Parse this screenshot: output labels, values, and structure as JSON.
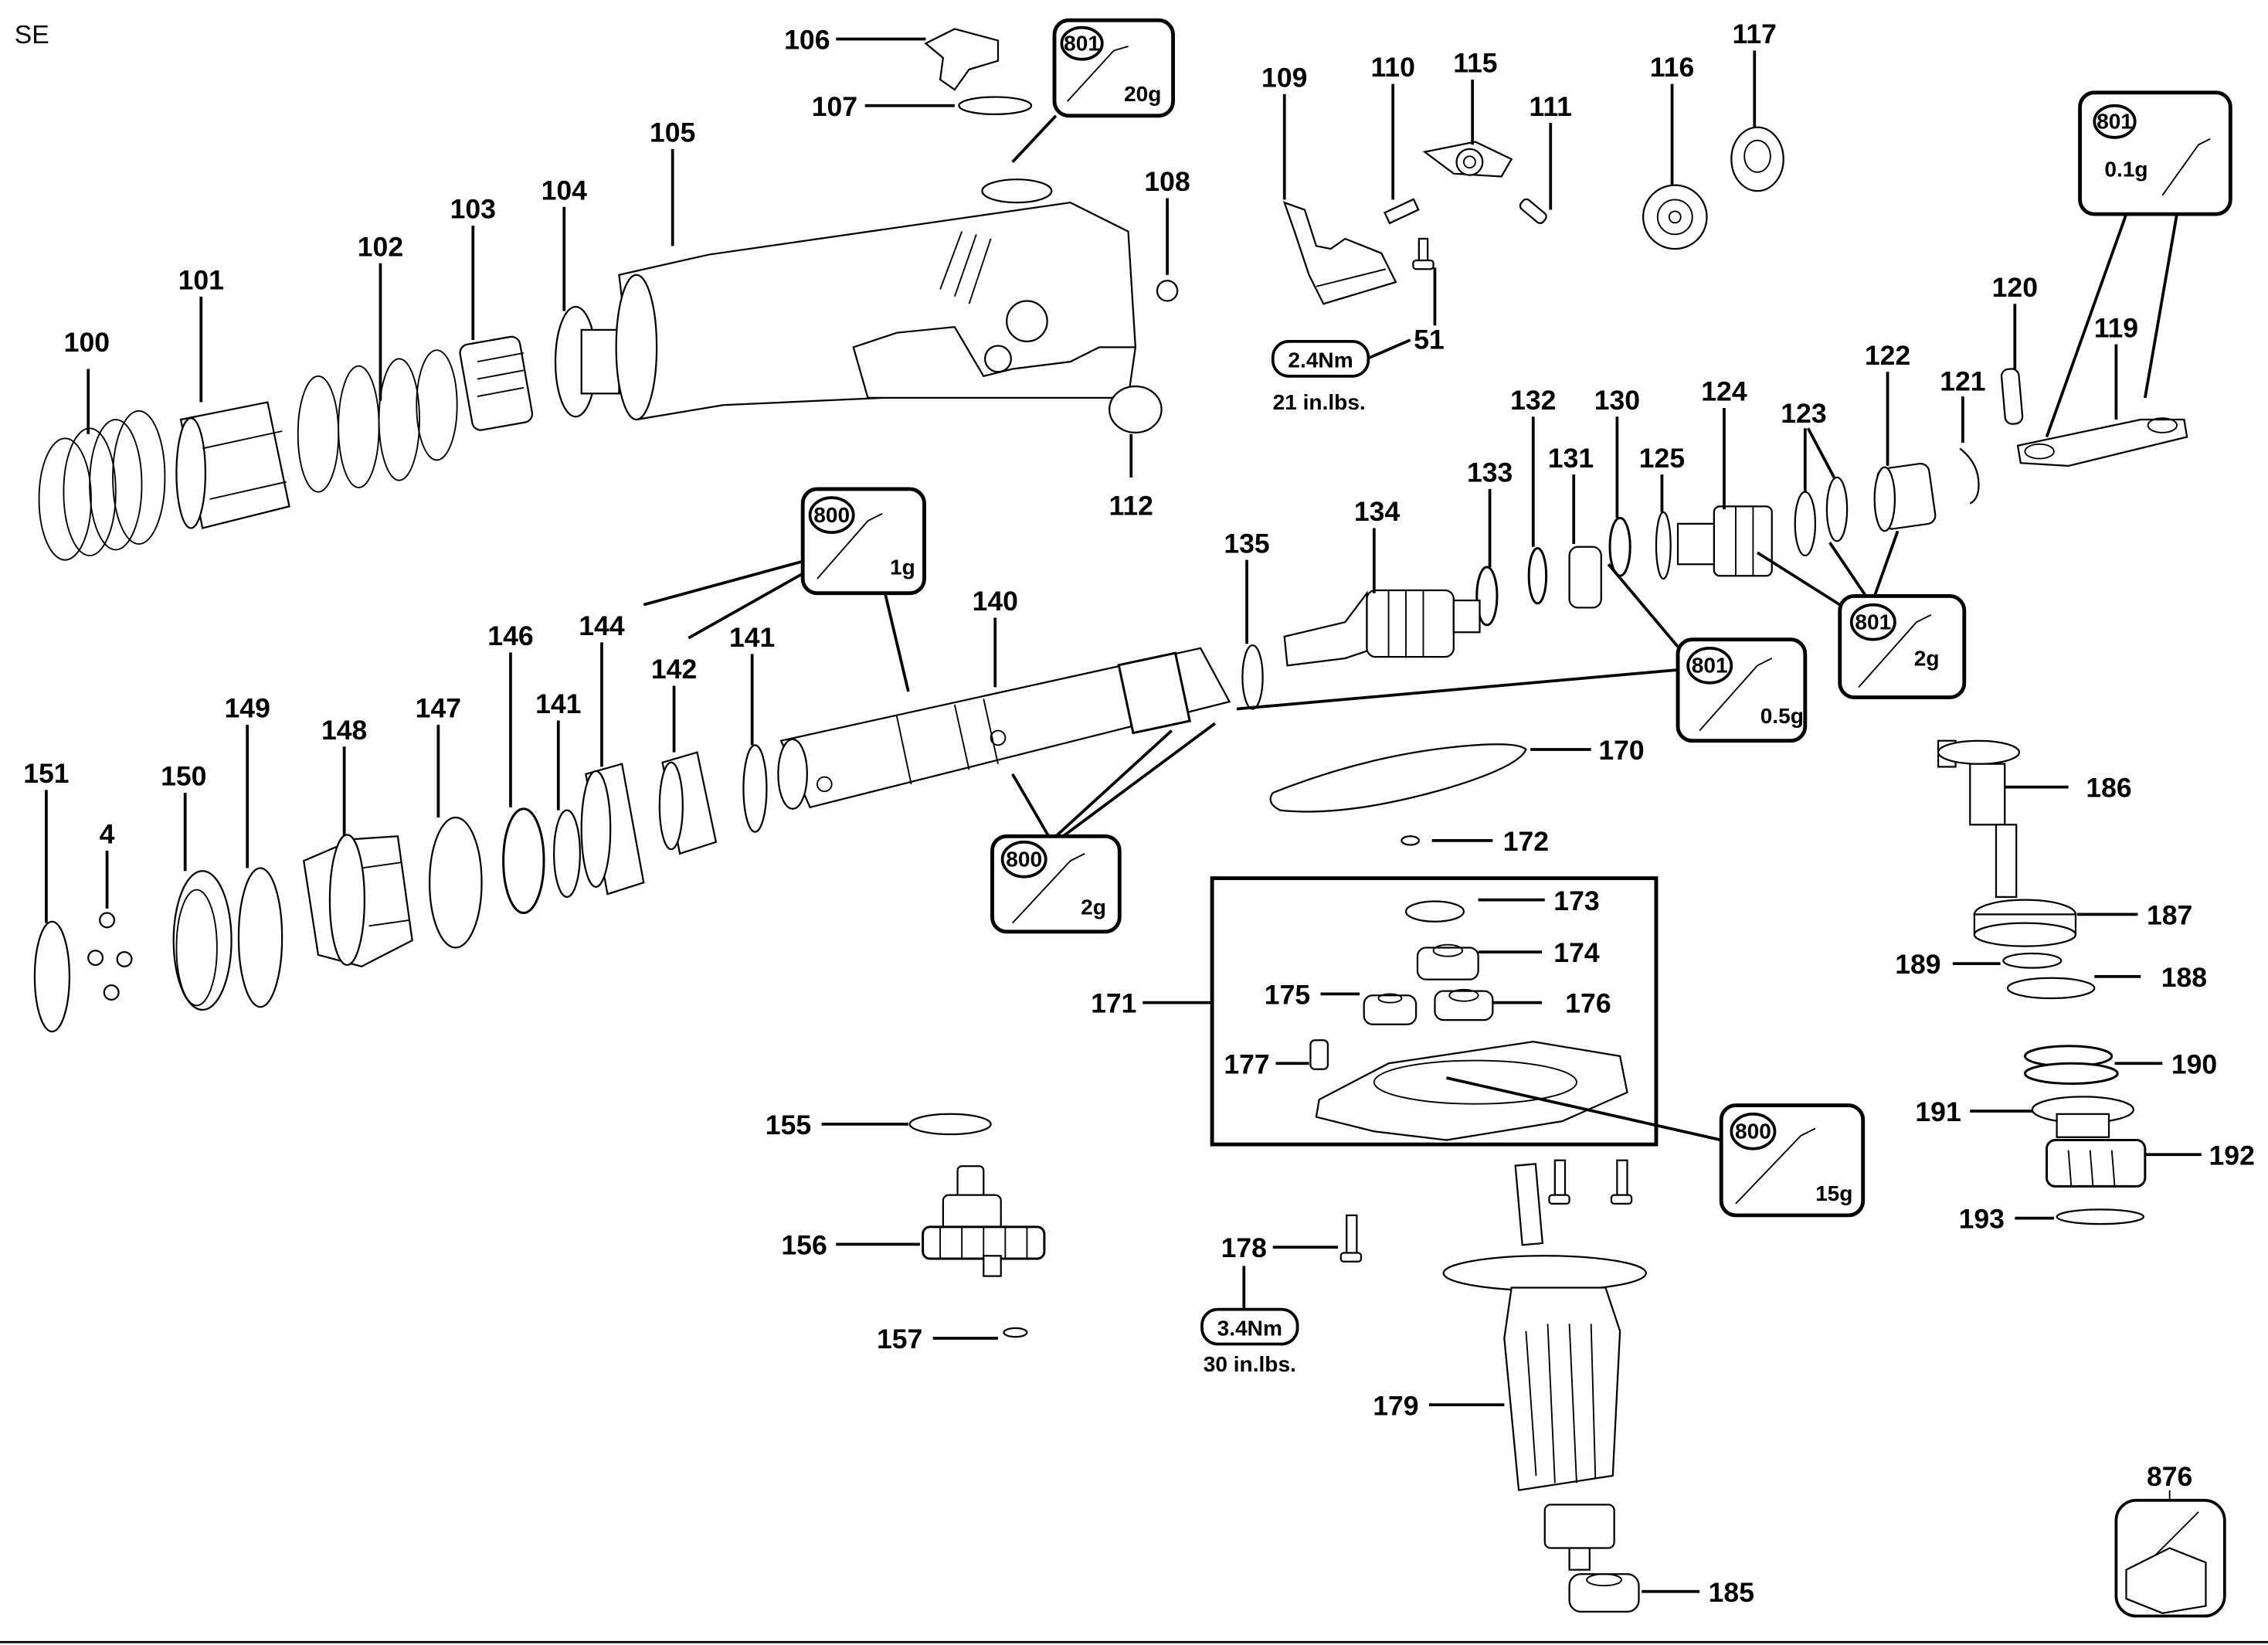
{
  "view_code": "SE",
  "part_labels": {
    "p100": "100",
    "p101": "101",
    "p102": "102",
    "p103": "103",
    "p104": "104",
    "p105": "105",
    "p106": "106",
    "p107": "107",
    "p108": "108",
    "p109": "109",
    "p110": "110",
    "p111": "111",
    "p112": "112",
    "p115": "115",
    "p116": "116",
    "p117": "117",
    "p119": "119",
    "p120": "120",
    "p121": "121",
    "p122": "122",
    "p123": "123",
    "p124": "124",
    "p125": "125",
    "p130": "130",
    "p131": "131",
    "p132": "132",
    "p133": "133",
    "p134": "134",
    "p135": "135",
    "p140": "140",
    "p141a": "141",
    "p141b": "141",
    "p142": "142",
    "p144": "144",
    "p146": "146",
    "p147": "147",
    "p148": "148",
    "p149": "149",
    "p150": "150",
    "p151": "151",
    "p4": "4",
    "p51": "51",
    "p155": "155",
    "p156": "156",
    "p157": "157",
    "p170": "170",
    "p171": "171",
    "p172": "172",
    "p173": "173",
    "p174": "174",
    "p175": "175",
    "p176": "176",
    "p177": "177",
    "p178": "178",
    "p179": "179",
    "p185": "185",
    "p186": "186",
    "p187": "187",
    "p188": "188",
    "p189": "189",
    "p190": "190",
    "p191": "191",
    "p192": "192",
    "p193": "193",
    "p876": "876"
  },
  "grease_callouts": [
    {
      "id": "g1",
      "code": "801",
      "amount": "20g"
    },
    {
      "id": "g2",
      "code": "801",
      "amount": "0.1g"
    },
    {
      "id": "g3",
      "code": "800",
      "amount": "1g"
    },
    {
      "id": "g4",
      "code": "801",
      "amount": "0.5g"
    },
    {
      "id": "g5",
      "code": "801",
      "amount": "2g"
    },
    {
      "id": "g6",
      "code": "800",
      "amount": "2g"
    },
    {
      "id": "g7",
      "code": "800",
      "amount": "15g"
    }
  ],
  "torque_specs": [
    {
      "id": "t1",
      "part": "51",
      "metric": "2.4Nm",
      "imperial": "21 in.lbs."
    },
    {
      "id": "t2",
      "part": "178",
      "metric": "3.4Nm",
      "imperial": "30 in.lbs."
    }
  ]
}
